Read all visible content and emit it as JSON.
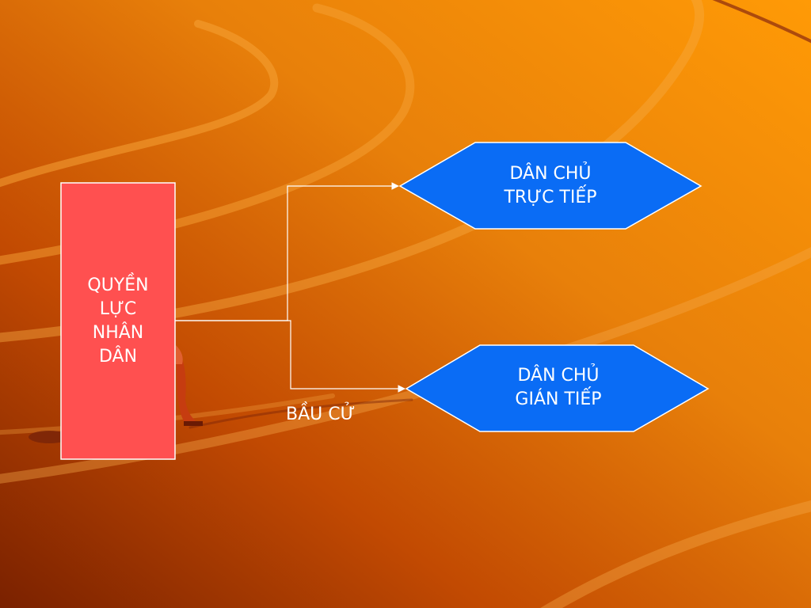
{
  "colors": {
    "source_fill": "#ff5050",
    "target_fill": "#0a6cf5",
    "stroke": "#ffffff"
  },
  "source": {
    "lines": [
      "QUYỀN",
      "LỰC",
      "NHÂN",
      "DÂN"
    ]
  },
  "targets": [
    {
      "lines": [
        "DÂN CHỦ",
        "TRỰC TIẾP"
      ]
    },
    {
      "lines": [
        "DÂN CHỦ",
        "GIÁN TIẾP"
      ]
    }
  ],
  "edge_label": "BẦU CỬ"
}
